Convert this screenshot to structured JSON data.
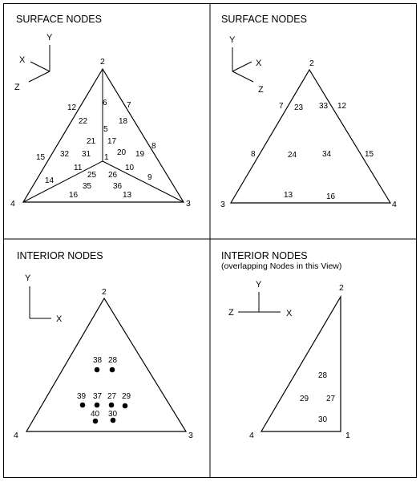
{
  "panels": [
    {
      "title": "SURFACE NODES",
      "axes": {
        "up": "Y",
        "left": "X",
        "down": "Z"
      },
      "corners": {
        "top": "2",
        "left": "4",
        "right": "3",
        "center": "1"
      },
      "labels": {
        "n6": "6",
        "n7": "7",
        "n12": "12",
        "n22": "22",
        "n18": "18",
        "n5": "5",
        "n8": "8",
        "n21": "21",
        "n17": "17",
        "n15": "15",
        "n32": "32",
        "n31": "31",
        "n20": "20",
        "n19": "19",
        "n11": "11",
        "n10": "10",
        "n25": "25",
        "n26": "26",
        "n9": "9",
        "n14": "14",
        "n35": "35",
        "n36": "36",
        "n16": "16",
        "n13": "13"
      }
    },
    {
      "title": "SURFACE NODES",
      "axes": {
        "up": "Y",
        "right": "X",
        "down": "Z"
      },
      "corners": {
        "top": "2",
        "left": "3",
        "right": "4"
      },
      "labels": {
        "n7": "7",
        "n23": "23",
        "n33": "33",
        "n12": "12",
        "n8": "8",
        "n24": "24",
        "n34": "34",
        "n15": "15",
        "n13": "13",
        "n16": "16"
      }
    },
    {
      "title": "INTERIOR NODES",
      "axes": {
        "up": "Y",
        "right": "X"
      },
      "corners": {
        "top": "2",
        "left": "4",
        "right": "3"
      },
      "labels": {
        "n38": "38",
        "n28": "28",
        "n39": "39",
        "n37": "37",
        "n27": "27",
        "n29": "29",
        "n40": "40",
        "n30": "30"
      }
    },
    {
      "title": "INTERIOR NODES",
      "subtitle": "(overlapping Nodes in this View)",
      "axes": {
        "up": "Y",
        "left": "Z",
        "right": "X"
      },
      "corners": {
        "top": "2",
        "left": "4",
        "right": "1"
      },
      "labels": {
        "n28": "28",
        "n29": "29",
        "n27": "27",
        "n30": "30"
      }
    }
  ]
}
